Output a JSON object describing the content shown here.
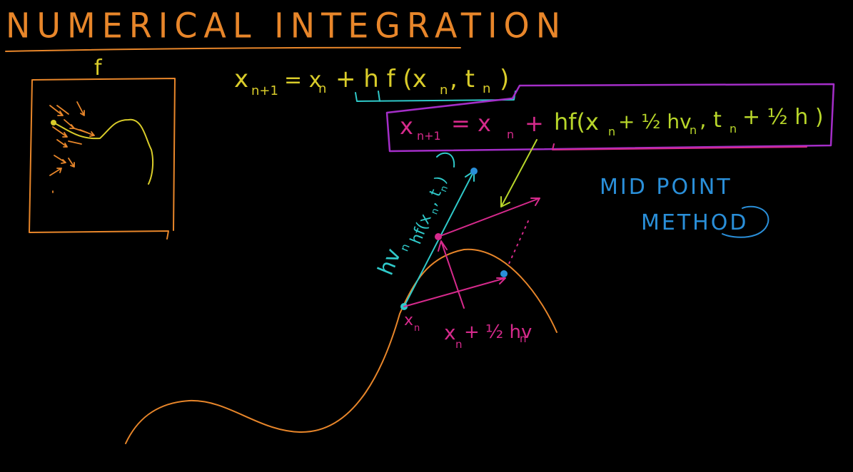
{
  "title": "NUMERICAL INTEGRATION",
  "box_label": "f",
  "euler_formula": {
    "lhs": "x",
    "lhs_sub": "n+1",
    "rhs": "= x",
    "rhs_sub": "n",
    "rest": "+ h f (x",
    "rest_sub": "n",
    "rest2": ", t",
    "rest2_sub": "n",
    "close": ")"
  },
  "midpoint_formula": {
    "lhs": "x",
    "lhs_sub": "n+1",
    "eq": "= x",
    "eq_sub": "n",
    "plus": "+",
    "rhs": "hf(x",
    "rhs_sub": "n",
    "rhs2": "+ ½ hv",
    "rhs2_sub": "n",
    "rhs3": ", t",
    "rhs3_sub": "n",
    "rhs4": "+ ½ h )"
  },
  "method_label": {
    "line1": "MID POINT",
    "line2": "METHOD"
  },
  "annotations": {
    "hvn": "hv",
    "hvn_sub": "n",
    "hf": "hf(x",
    "hf_sub": "n",
    "hf2": ", t",
    "hf2_sub": "n",
    "hf3": ")",
    "xn": "x",
    "xn_sub": "n",
    "mid": "x",
    "mid_sub": "n",
    "mid2": "+ ½ hv",
    "mid2_sub": "n"
  },
  "colors": {
    "orange": "#e8862a",
    "yellow": "#d9cc2a",
    "cyan": "#2fc9c9",
    "magenta": "#d62a8c",
    "purple": "#a42ec8",
    "blue": "#2a8fd9",
    "yellowgreen": "#b8d62a"
  }
}
